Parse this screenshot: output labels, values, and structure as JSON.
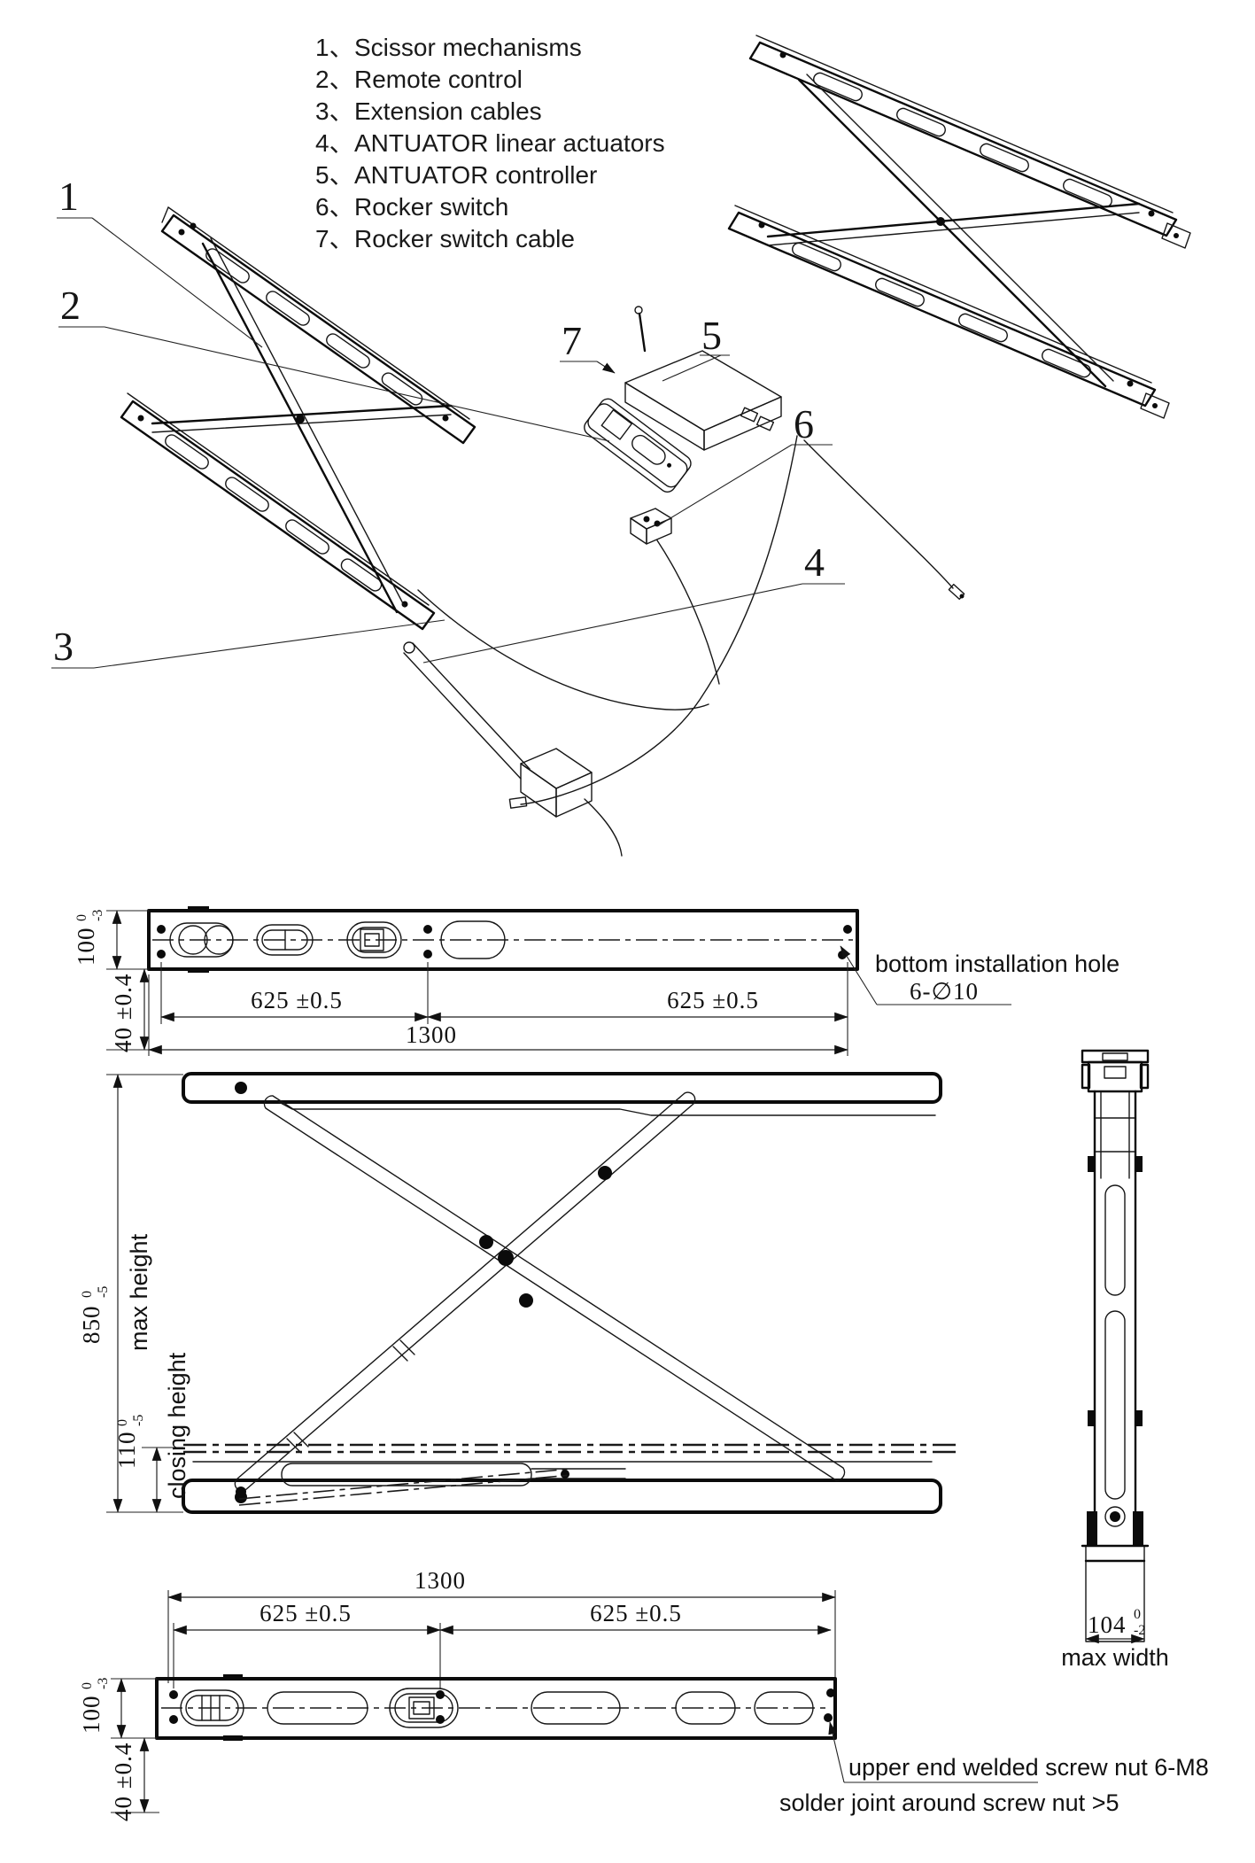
{
  "legend": {
    "items": [
      {
        "num": "1、",
        "label": "Scissor mechanisms"
      },
      {
        "num": "2、",
        "label": "Remote control"
      },
      {
        "num": "3、",
        "label": "Extension cables"
      },
      {
        "num": "4、",
        "label": "ANTUATOR linear actuators"
      },
      {
        "num": "5、",
        "label": "ANTUATOR controller"
      },
      {
        "num": "6、",
        "label": "Rocker switch"
      },
      {
        "num": "7、",
        "label": "Rocker switch cable"
      }
    ]
  },
  "callouts": {
    "c1": "1",
    "c2": "2",
    "c3": "3",
    "c4": "4",
    "c5": "5",
    "c6": "6",
    "c7": "7"
  },
  "top_view": {
    "dim_100": "100",
    "dim_100_tol_top": "0",
    "dim_100_tol_bot": "-3",
    "dim_40": "40 ±0.4",
    "dim_625_left": "625 ±0.5",
    "dim_625_right": "625 ±0.5",
    "dim_1300": "1300",
    "note_hole": "bottom installation hole",
    "note_hole_spec": "6-∅10"
  },
  "side_view": {
    "dim_850": "850",
    "dim_850_tol_top": "0",
    "dim_850_tol_bot": "-5",
    "label_max_height": "max height",
    "dim_110": "110",
    "dim_110_tol_top": "0",
    "dim_110_tol_bot": "-5",
    "label_closing": "closing height"
  },
  "bottom_view": {
    "dim_1300": "1300",
    "dim_625_left": "625 ±0.5",
    "dim_625_right": "625 ±0.5",
    "dim_100": "100",
    "dim_100_tol_top": "0",
    "dim_100_tol_bot": "-3",
    "dim_40": "40 ±0.4",
    "note_nut": "upper end welded screw nut 6-M8",
    "note_solder": "solder joint around screw nut >5"
  },
  "end_view": {
    "dim_104": "104",
    "dim_104_tol_top": "0",
    "dim_104_tol_bot": "-2",
    "label_max_width": "max width"
  }
}
